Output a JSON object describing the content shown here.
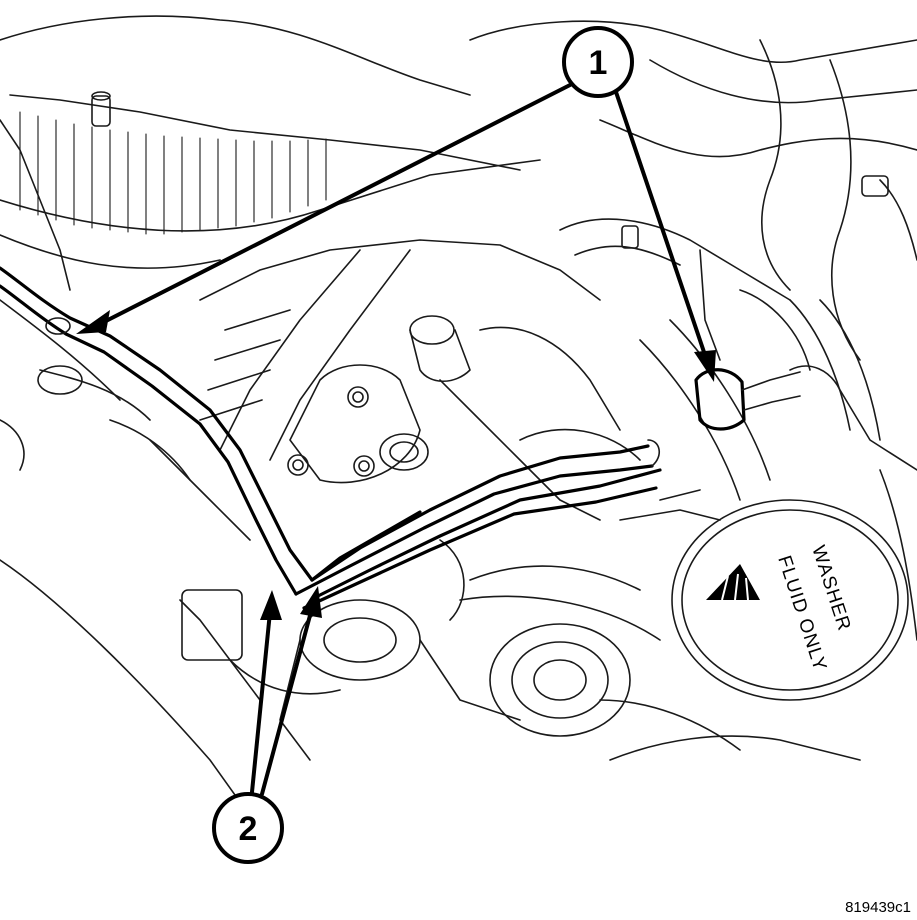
{
  "figure": {
    "id": "819439c1",
    "cap_line1": "WASHER",
    "cap_line2": "FLUID ONLY"
  },
  "callouts": [
    {
      "label": "1",
      "icon": "hose-clamp"
    },
    {
      "label": "2",
      "icon": "heater-hoses"
    }
  ],
  "colors": {
    "ink": "#000000",
    "paper": "#ffffff"
  }
}
